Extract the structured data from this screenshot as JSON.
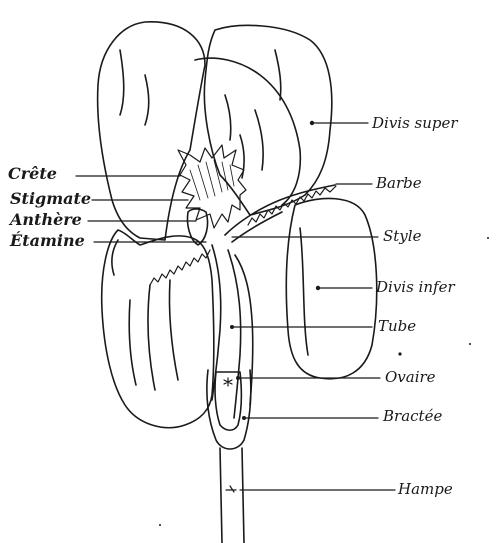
{
  "labels": {
    "crete": "Crête",
    "stigmate": "Stigmate",
    "anthere": "Anthère",
    "etamine": "Étamine",
    "divis_super": "Divis super",
    "barbe": "Barbe",
    "style": "Style",
    "divis_infer": "Divis infer",
    "tube": "Tube",
    "ovaire": "Ovaire",
    "bractee": "Bractée",
    "hampe": "Hampe"
  },
  "colors": {
    "ink": "#1a1a1a",
    "paper": "#ffffff"
  }
}
